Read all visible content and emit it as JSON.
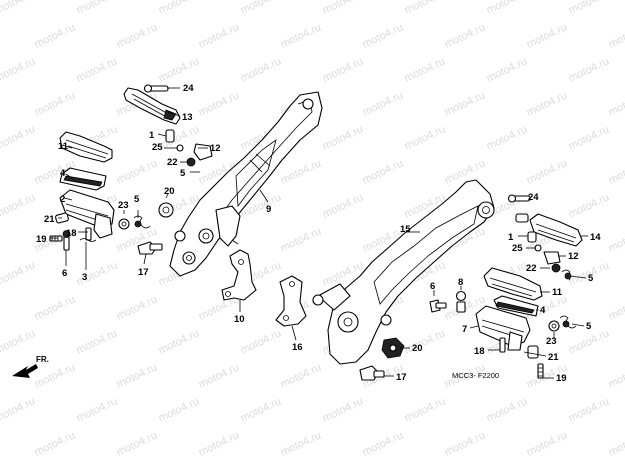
{
  "watermark": "moto4.ru",
  "diagram_code": "MCC3- F2200",
  "direction_label": "FR.",
  "callouts": [
    "1",
    "2",
    "3",
    "4",
    "5",
    "6",
    "7",
    "8",
    "9",
    "10",
    "11",
    "12",
    "13",
    "14",
    "15",
    "16",
    "17",
    "18",
    "19",
    "20",
    "21",
    "22",
    "23",
    "24",
    "25"
  ]
}
